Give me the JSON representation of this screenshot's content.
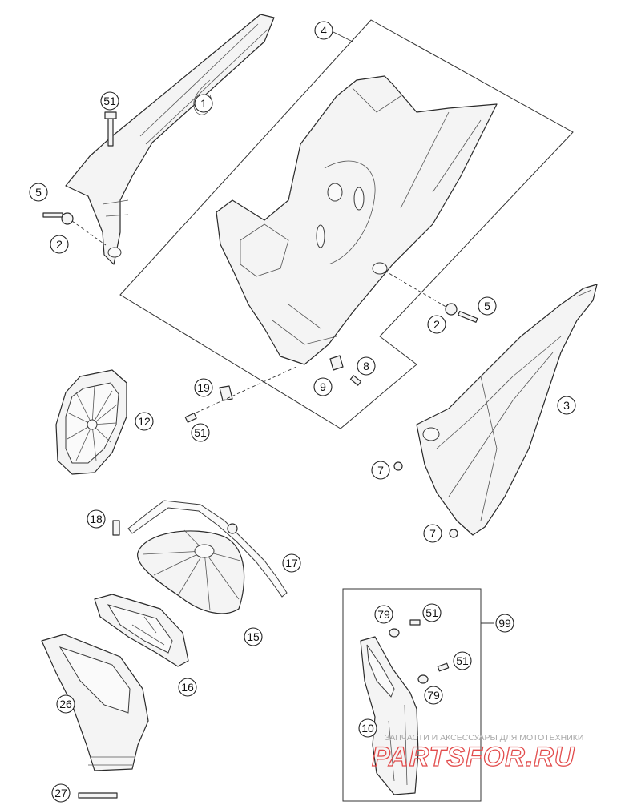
{
  "callouts": [
    {
      "label": "1"
    },
    {
      "label": "51"
    },
    {
      "label": "5"
    },
    {
      "label": "2"
    },
    {
      "label": "4"
    },
    {
      "label": "5"
    },
    {
      "label": "2"
    },
    {
      "label": "8"
    },
    {
      "label": "9"
    },
    {
      "label": "19"
    },
    {
      "label": "51"
    },
    {
      "label": "12"
    },
    {
      "label": "3"
    },
    {
      "label": "7"
    },
    {
      "label": "7"
    },
    {
      "label": "18"
    },
    {
      "label": "17"
    },
    {
      "label": "15"
    },
    {
      "label": "16"
    },
    {
      "label": "26"
    },
    {
      "label": "27"
    },
    {
      "label": "79"
    },
    {
      "label": "51"
    },
    {
      "label": "51"
    },
    {
      "label": "79"
    },
    {
      "label": "10"
    },
    {
      "label": "99"
    }
  ],
  "watermark": {
    "caption": "ЗАПЧАСТИ И АКСЕССУАРЫ ДЛЯ МОТОТЕХНИКИ",
    "logo": "PARTSFOR.RU"
  }
}
